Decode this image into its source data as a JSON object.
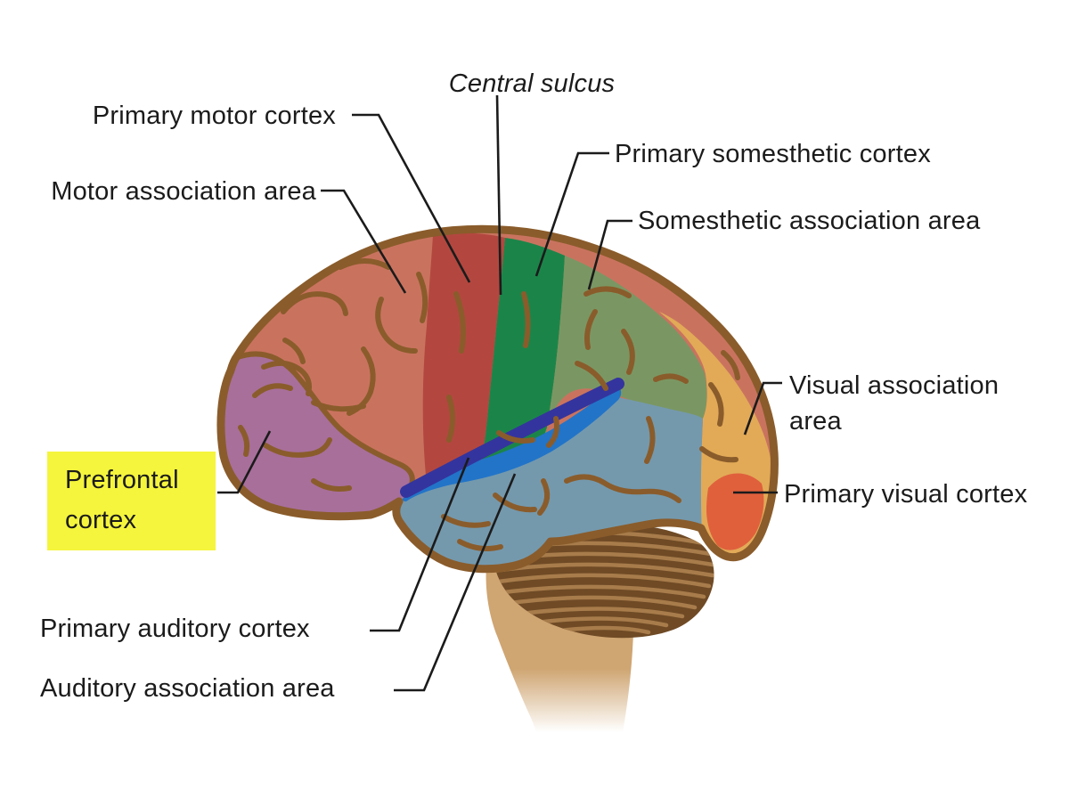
{
  "diagram": {
    "labels": {
      "primary_motor_cortex": "Primary motor cortex",
      "motor_association_area": "Motor association area",
      "central_sulcus": "Central sulcus",
      "primary_somesthetic_cortex": "Primary somesthetic cortex",
      "somesthetic_association_area": "Somesthetic association area",
      "visual_association_area": "Visual association area",
      "primary_visual_cortex": "Primary visual cortex",
      "prefrontal_cortex": "Prefrontal cortex",
      "primary_auditory_cortex": "Primary auditory cortex",
      "auditory_association_area": "Auditory association area"
    },
    "regions": {
      "motor_association": "#c9735f",
      "primary_motor": "#b3473f",
      "prefrontal": "#a86f9b",
      "primary_somesthetic": "#1b8549",
      "somesthetic_association": "#7a9763",
      "visual_association": "#e2aa57",
      "primary_visual": "#e0603c",
      "primary_auditory": "#2274c8",
      "auditory_association": "#7499ad",
      "lateral_sulcus": "#34349e",
      "cerebellum": "#6f4a25",
      "cerebellum_stripe": "#a87c4b",
      "brainstem": "#cfa572",
      "outline": "#8a5c2b"
    },
    "line_color": "#1b1b1b",
    "text_color": "#1b1b1b",
    "highlight_color": "#f5f53d",
    "background": "#ffffff"
  }
}
